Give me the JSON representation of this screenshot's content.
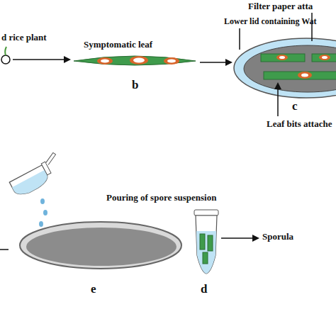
{
  "diagram": {
    "labels": [
      "d rice plant",
      "Symptomatic leaf",
      "b",
      "Filter paper atta",
      "Lower lid containing Wat",
      "c",
      "Leaf bits attache",
      "Pouring of spore suspension",
      "e",
      "d",
      "Sporula"
    ]
  }
}
